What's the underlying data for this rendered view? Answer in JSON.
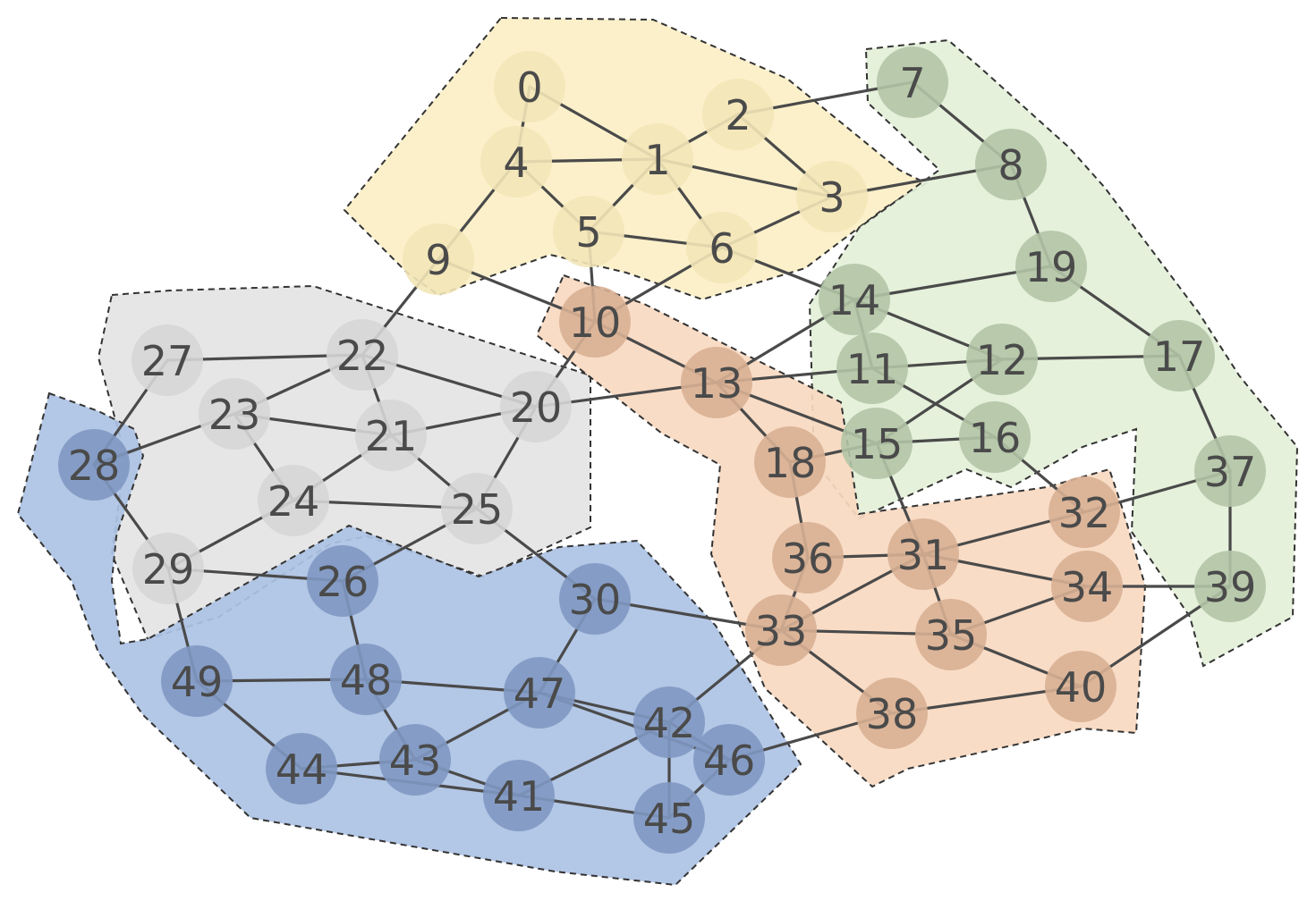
{
  "communities": [
    {
      "id": "yellow",
      "color": "#fbefc6",
      "node_color": "#f3e6b8",
      "text_color": "#6b6149"
    },
    {
      "id": "green",
      "color": "#e3f0d8",
      "node_color": "#b2c4a6",
      "text_color": "#4b5b44"
    },
    {
      "id": "gray",
      "color": "#e4e4e4",
      "node_color": "#d6d6d6",
      "text_color": "#5a5a5a"
    },
    {
      "id": "orange",
      "color": "#f8d9c1",
      "node_color": "#d8b094",
      "text_color": "#6a4f3d"
    },
    {
      "id": "blue",
      "color": "#adc2e4",
      "node_color": "#7f98c2",
      "text_color": "#2e3a52"
    }
  ],
  "nodes": [
    {
      "id": "0",
      "label": "0",
      "community": "yellow"
    },
    {
      "id": "1",
      "label": "1",
      "community": "yellow"
    },
    {
      "id": "2",
      "label": "2",
      "community": "yellow"
    },
    {
      "id": "3",
      "label": "3",
      "community": "yellow"
    },
    {
      "id": "4",
      "label": "4",
      "community": "yellow"
    },
    {
      "id": "5",
      "label": "5",
      "community": "yellow"
    },
    {
      "id": "6",
      "label": "6",
      "community": "yellow"
    },
    {
      "id": "9",
      "label": "9",
      "community": "yellow"
    },
    {
      "id": "7",
      "label": "7",
      "community": "green"
    },
    {
      "id": "8",
      "label": "8",
      "community": "green"
    },
    {
      "id": "19",
      "label": "19",
      "community": "green"
    },
    {
      "id": "14",
      "label": "14",
      "community": "green"
    },
    {
      "id": "11",
      "label": "11",
      "community": "green"
    },
    {
      "id": "12",
      "label": "12",
      "community": "green"
    },
    {
      "id": "17",
      "label": "17",
      "community": "green"
    },
    {
      "id": "15",
      "label": "15",
      "community": "green"
    },
    {
      "id": "16",
      "label": "16",
      "community": "green"
    },
    {
      "id": "37",
      "label": "37",
      "community": "green"
    },
    {
      "id": "39",
      "label": "39",
      "community": "green"
    },
    {
      "id": "27",
      "label": "27",
      "community": "gray"
    },
    {
      "id": "22",
      "label": "22",
      "community": "gray"
    },
    {
      "id": "23",
      "label": "23",
      "community": "gray"
    },
    {
      "id": "21",
      "label": "21",
      "community": "gray"
    },
    {
      "id": "20",
      "label": "20",
      "community": "gray"
    },
    {
      "id": "24",
      "label": "24",
      "community": "gray"
    },
    {
      "id": "25",
      "label": "25",
      "community": "gray"
    },
    {
      "id": "29",
      "label": "29",
      "community": "gray"
    },
    {
      "id": "10",
      "label": "10",
      "community": "orange"
    },
    {
      "id": "13",
      "label": "13",
      "community": "orange"
    },
    {
      "id": "18",
      "label": "18",
      "community": "orange"
    },
    {
      "id": "36",
      "label": "36",
      "community": "orange"
    },
    {
      "id": "31",
      "label": "31",
      "community": "orange"
    },
    {
      "id": "32",
      "label": "32",
      "community": "orange"
    },
    {
      "id": "34",
      "label": "34",
      "community": "orange"
    },
    {
      "id": "33",
      "label": "33",
      "community": "orange"
    },
    {
      "id": "35",
      "label": "35",
      "community": "orange"
    },
    {
      "id": "38",
      "label": "38",
      "community": "orange"
    },
    {
      "id": "40",
      "label": "40",
      "community": "orange"
    },
    {
      "id": "28",
      "label": "28",
      "community": "blue"
    },
    {
      "id": "26",
      "label": "26",
      "community": "blue"
    },
    {
      "id": "30",
      "label": "30",
      "community": "blue"
    },
    {
      "id": "49",
      "label": "49",
      "community": "blue"
    },
    {
      "id": "48",
      "label": "48",
      "community": "blue"
    },
    {
      "id": "47",
      "label": "47",
      "community": "blue"
    },
    {
      "id": "42",
      "label": "42",
      "community": "blue"
    },
    {
      "id": "46",
      "label": "46",
      "community": "blue"
    },
    {
      "id": "44",
      "label": "44",
      "community": "blue"
    },
    {
      "id": "43",
      "label": "43",
      "community": "blue"
    },
    {
      "id": "41",
      "label": "41",
      "community": "blue"
    },
    {
      "id": "45",
      "label": "45",
      "community": "blue"
    }
  ],
  "edges": [
    [
      "0",
      "1"
    ],
    [
      "0",
      "4"
    ],
    [
      "4",
      "1"
    ],
    [
      "1",
      "2"
    ],
    [
      "1",
      "3"
    ],
    [
      "2",
      "3"
    ],
    [
      "2",
      "7"
    ],
    [
      "1",
      "5"
    ],
    [
      "1",
      "6"
    ],
    [
      "4",
      "5"
    ],
    [
      "4",
      "9"
    ],
    [
      "5",
      "6"
    ],
    [
      "6",
      "3"
    ],
    [
      "3",
      "8"
    ],
    [
      "5",
      "10"
    ],
    [
      "6",
      "10"
    ],
    [
      "6",
      "14"
    ],
    [
      "7",
      "8"
    ],
    [
      "8",
      "19"
    ],
    [
      "19",
      "14"
    ],
    [
      "19",
      "17"
    ],
    [
      "14",
      "12"
    ],
    [
      "14",
      "11"
    ],
    [
      "11",
      "12"
    ],
    [
      "11",
      "16"
    ],
    [
      "12",
      "17"
    ],
    [
      "12",
      "15"
    ],
    [
      "15",
      "16"
    ],
    [
      "17",
      "37"
    ],
    [
      "37",
      "39"
    ],
    [
      "37",
      "32"
    ],
    [
      "9",
      "10"
    ],
    [
      "9",
      "22"
    ],
    [
      "10",
      "13"
    ],
    [
      "10",
      "20"
    ],
    [
      "13",
      "14"
    ],
    [
      "13",
      "11"
    ],
    [
      "13",
      "18"
    ],
    [
      "13",
      "15"
    ],
    [
      "13",
      "20"
    ],
    [
      "18",
      "15"
    ],
    [
      "18",
      "36"
    ],
    [
      "16",
      "32"
    ],
    [
      "15",
      "31"
    ],
    [
      "36",
      "31"
    ],
    [
      "36",
      "33"
    ],
    [
      "31",
      "32"
    ],
    [
      "31",
      "34"
    ],
    [
      "31",
      "35"
    ],
    [
      "31",
      "33"
    ],
    [
      "33",
      "35"
    ],
    [
      "33",
      "38"
    ],
    [
      "33",
      "30"
    ],
    [
      "33",
      "42"
    ],
    [
      "34",
      "39"
    ],
    [
      "34",
      "35"
    ],
    [
      "35",
      "40"
    ],
    [
      "40",
      "38"
    ],
    [
      "40",
      "39"
    ],
    [
      "38",
      "46"
    ],
    [
      "22",
      "27"
    ],
    [
      "22",
      "23"
    ],
    [
      "22",
      "21"
    ],
    [
      "22",
      "20"
    ],
    [
      "27",
      "28"
    ],
    [
      "23",
      "28"
    ],
    [
      "23",
      "24"
    ],
    [
      "23",
      "21"
    ],
    [
      "21",
      "24"
    ],
    [
      "21",
      "20"
    ],
    [
      "21",
      "25"
    ],
    [
      "20",
      "25"
    ],
    [
      "24",
      "25"
    ],
    [
      "24",
      "29"
    ],
    [
      "25",
      "26"
    ],
    [
      "25",
      "30"
    ],
    [
      "28",
      "29"
    ],
    [
      "29",
      "26"
    ],
    [
      "29",
      "49"
    ],
    [
      "26",
      "48"
    ],
    [
      "30",
      "47"
    ],
    [
      "49",
      "48"
    ],
    [
      "49",
      "44"
    ],
    [
      "48",
      "47"
    ],
    [
      "48",
      "43"
    ],
    [
      "47",
      "42"
    ],
    [
      "47",
      "43"
    ],
    [
      "47",
      "46"
    ],
    [
      "42",
      "41"
    ],
    [
      "42",
      "45"
    ],
    [
      "42",
      "46"
    ],
    [
      "44",
      "43"
    ],
    [
      "44",
      "41"
    ],
    [
      "43",
      "41"
    ],
    [
      "41",
      "45"
    ],
    [
      "46",
      "45"
    ]
  ]
}
